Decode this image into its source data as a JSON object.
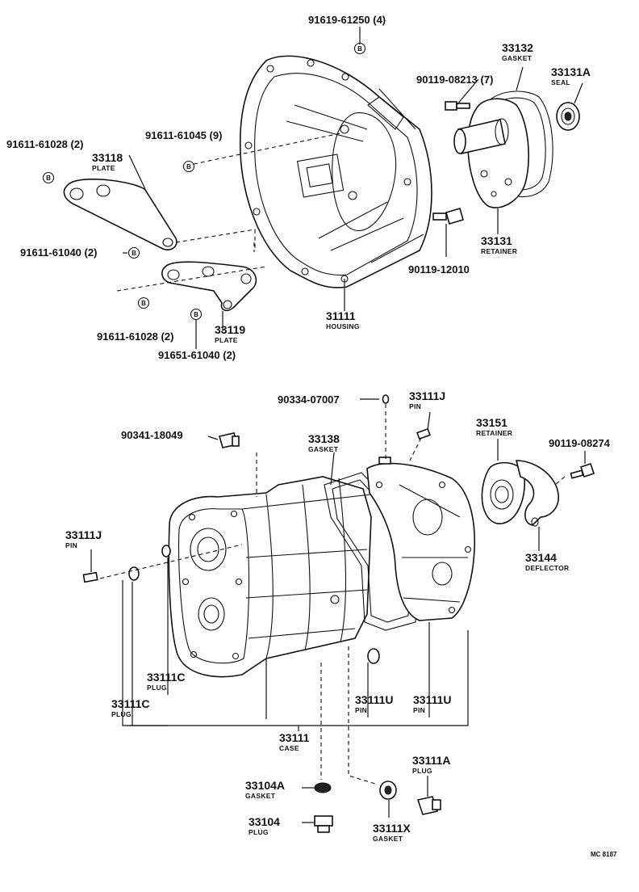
{
  "callouts": {
    "p91619_61250": "91619-61250 (4)",
    "p33132": "33132",
    "p33132_sub": "GASKET",
    "p90119_08213": "90119-08213 (7)",
    "p33131A": "33131A",
    "p33131A_sub": "SEAL",
    "p91611_61028_top": "91611-61028 (2)",
    "p91611_61045": "91611-61045 (9)",
    "p33118": "33118",
    "p33118_sub": "PLATE",
    "p91611_61040": "91611-61040 (2)",
    "p33131": "33131",
    "p33131_sub": "RETAINER",
    "p90119_12010": "90119-12010",
    "p31111": "31111",
    "p31111_sub": "HOUSING",
    "p91611_61028_bot": "91611-61028 (2)",
    "p33119": "33119",
    "p33119_sub": "PLATE",
    "p91651_61040": "91651-61040 (2)",
    "p90334_07007": "90334-07007",
    "p33111J_top": "33111J",
    "p33111J_top_sub": "PIN",
    "p90341_18049": "90341-18049",
    "p33138": "33138",
    "p33138_sub": "GASKET",
    "p33151": "33151",
    "p33151_sub": "RETAINER",
    "p90119_08274": "90119-08274",
    "p33111J_left": "33111J",
    "p33111J_left_sub": "PIN",
    "p33144": "33144",
    "p33144_sub": "DEFLECTOR",
    "p33111C_a": "33111C",
    "p33111C_a_sub": "PLUG",
    "p33111C_b": "33111C",
    "p33111C_b_sub": "PLUG",
    "p33111U_a": "33111U",
    "p33111U_a_sub": "PIN",
    "p33111U_b": "33111U",
    "p33111U_b_sub": "PIN",
    "p33111": "33111",
    "p33111_sub": "CASE",
    "p33111A": "33111A",
    "p33111A_sub": "PLUG",
    "p33104A": "33104A",
    "p33104A_sub": "GASKET",
    "p33104": "33104",
    "p33104_sub": "PLUG",
    "p33111X": "33111X",
    "p33111X_sub": "GASKET",
    "drawing_code": "MC 8187"
  },
  "bolt_marker": "B"
}
